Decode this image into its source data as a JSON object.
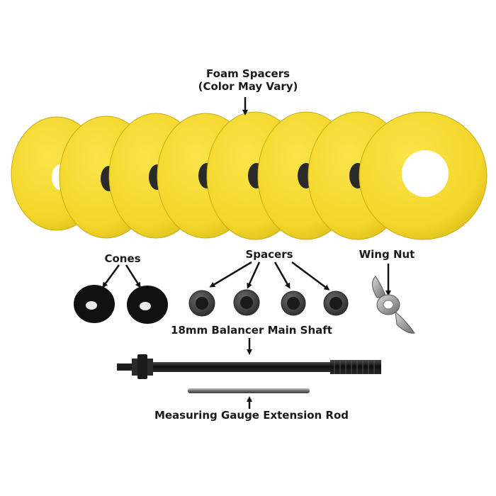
{
  "labels": {
    "foam_spacers_line1": "Foam Spacers",
    "foam_spacers_line2": "(Color May Vary)",
    "cones": "Cones",
    "spacers": "Spacers",
    "wing_nut": "Wing Nut",
    "main_shaft": "18mm Balancer Main Shaft",
    "extension_rod": "Measuring Gauge Extension Rod"
  },
  "colors": {
    "foam": "#f2d528",
    "foam_edge": "#c9ab12",
    "cone": "#111111",
    "spacer": "#3c3c3c",
    "shaft": "#1c1c1c",
    "rod": "#7a7a7a",
    "wing_nut": "#9a9a9a",
    "arrow": "#111111"
  }
}
